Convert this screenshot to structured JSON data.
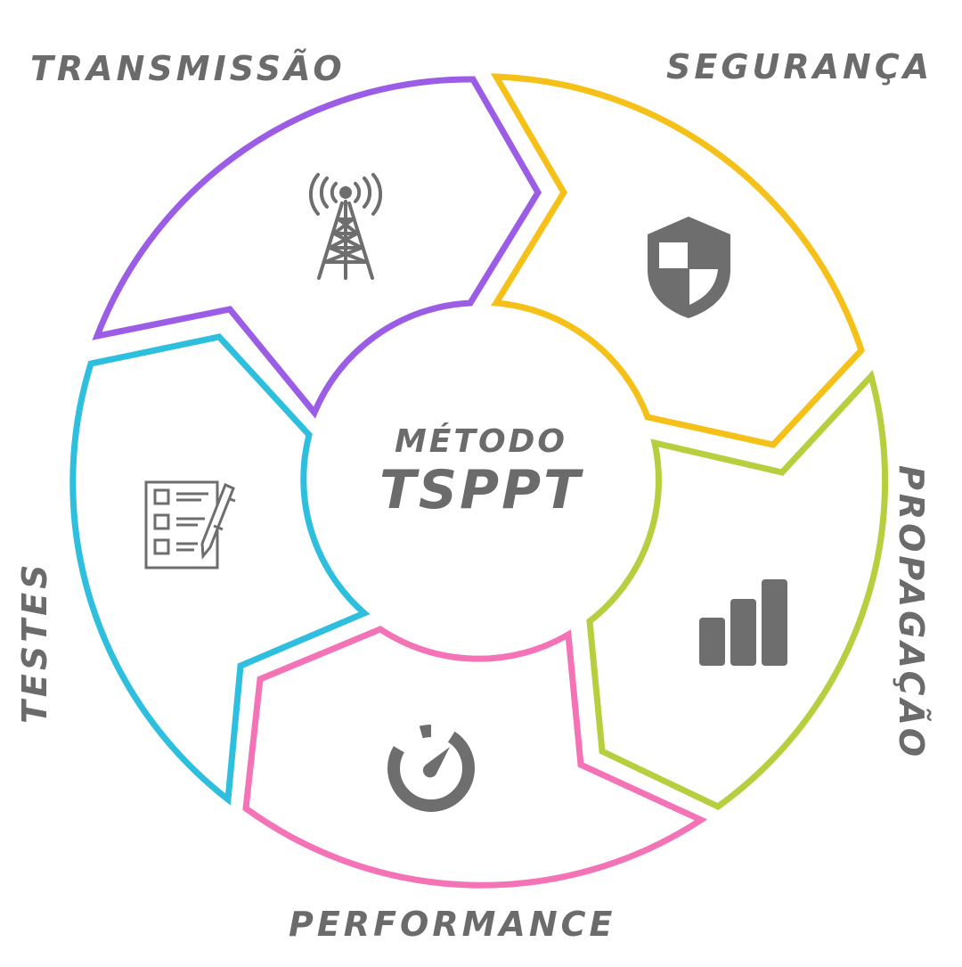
{
  "center": {
    "line1": "MÉTODO",
    "line2": "TSPPT"
  },
  "segments": [
    {
      "id": "transmissao",
      "label": "TRANSMISSÃO",
      "color": "#9b5de5",
      "icon": "radio-tower-icon"
    },
    {
      "id": "seguranca",
      "label": "SEGURANÇA",
      "color": "#f5c118",
      "icon": "shield-icon"
    },
    {
      "id": "propagacao",
      "label": "PROPAGAÇÃO",
      "color": "#b5cf3e",
      "icon": "bar-chart-icon"
    },
    {
      "id": "performance",
      "label": "PERFORMANCE",
      "color": "#f472b6",
      "icon": "speedometer-icon"
    },
    {
      "id": "testes",
      "label": "TESTES",
      "color": "#2ebfde",
      "icon": "checklist-icon"
    }
  ],
  "icon_color": "#6e6e6e",
  "text_color": "#6b6b6b"
}
